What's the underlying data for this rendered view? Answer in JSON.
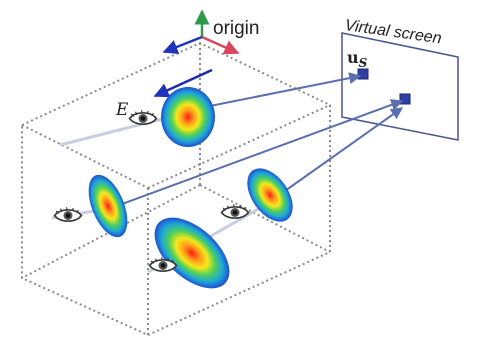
{
  "labels": {
    "origin": "origin",
    "virtual_screen": "Virtual screen",
    "u_s_base": "u",
    "u_s_sub": "S",
    "eye": "E"
  },
  "colors": {
    "axis_green": "#2e9a4a",
    "axis_red": "#d9455f",
    "axis_blue": "#2233bb",
    "box_dotted": "#8a8a8a",
    "ray": "#5a6fb0",
    "screen_border": "#4a5590",
    "pixel": "#2f3fa0"
  },
  "icons": [
    "eye-icon",
    "gaussian-splat",
    "axis-arrows"
  ]
}
